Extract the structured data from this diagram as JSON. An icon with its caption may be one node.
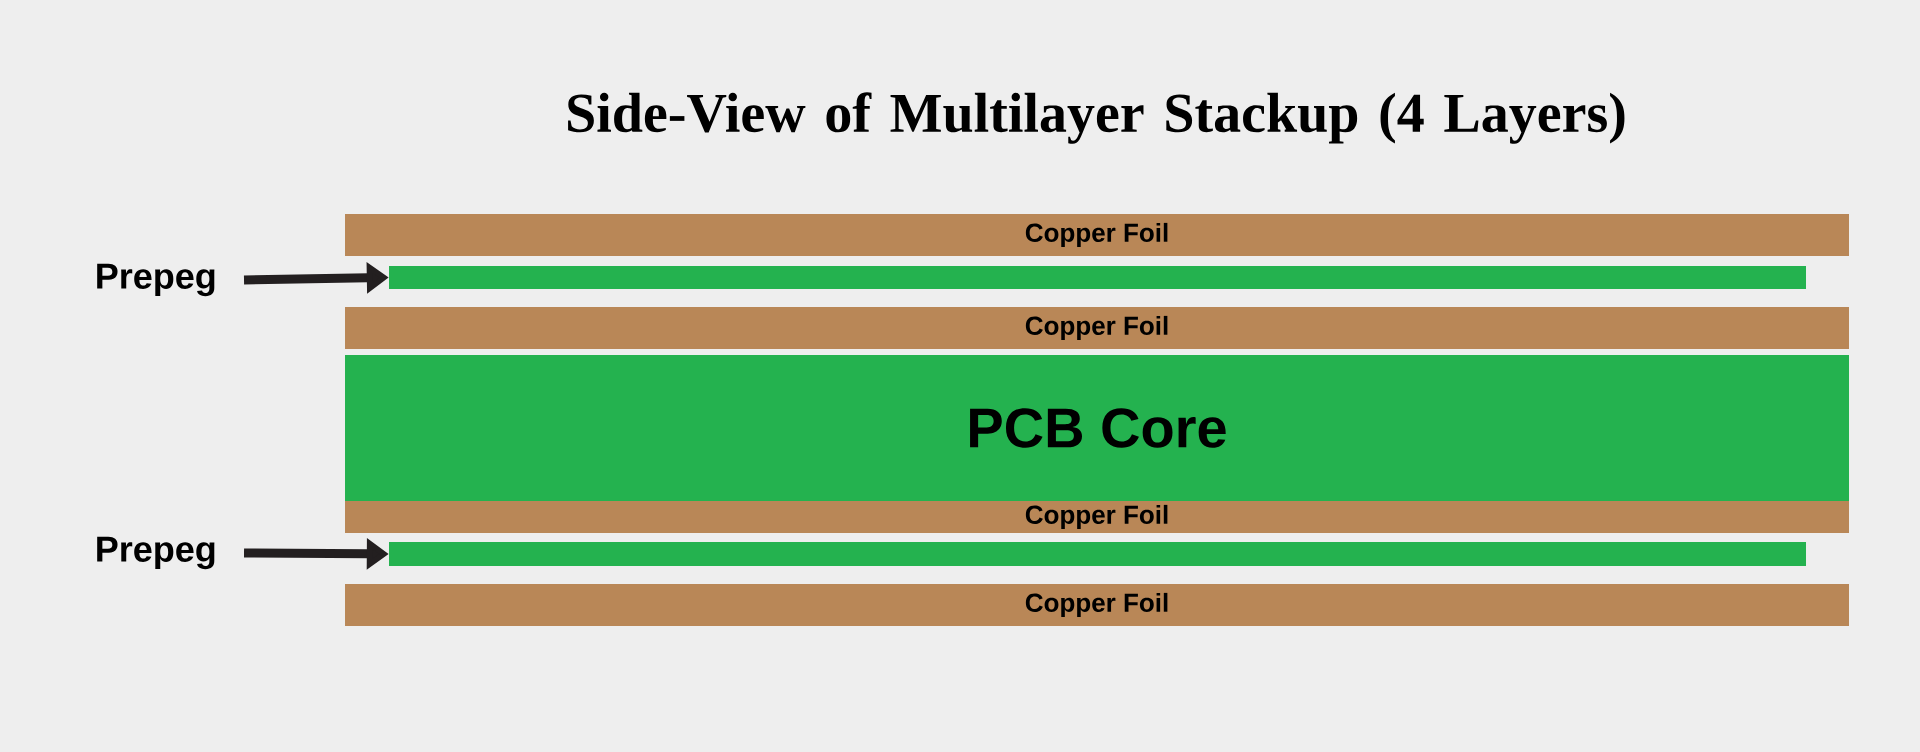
{
  "diagram": {
    "title": "Side-View of Multilayer Stackup (4 Layers)",
    "nodes": [
      {
        "text": [
          "Copper Foil"
        ]
      },
      {
        "text": [
          "Prepeg"
        ]
      },
      {
        "text": [],
        "shape": "bar"
      },
      {
        "text": [
          "Copper Foil"
        ]
      },
      {
        "text": [
          "PCB Core"
        ]
      },
      {
        "text": [
          "Copper Foil"
        ]
      },
      {
        "text": [
          "Prepeg"
        ]
      },
      {
        "text": [],
        "shape": "bar"
      },
      {
        "text": [
          "Copper Foil"
        ]
      }
    ],
    "edges": [
      {
        "from": 1,
        "to": 2,
        "arrow": "to"
      },
      {
        "from": 6,
        "to": 7,
        "arrow": "to"
      }
    ]
  }
}
